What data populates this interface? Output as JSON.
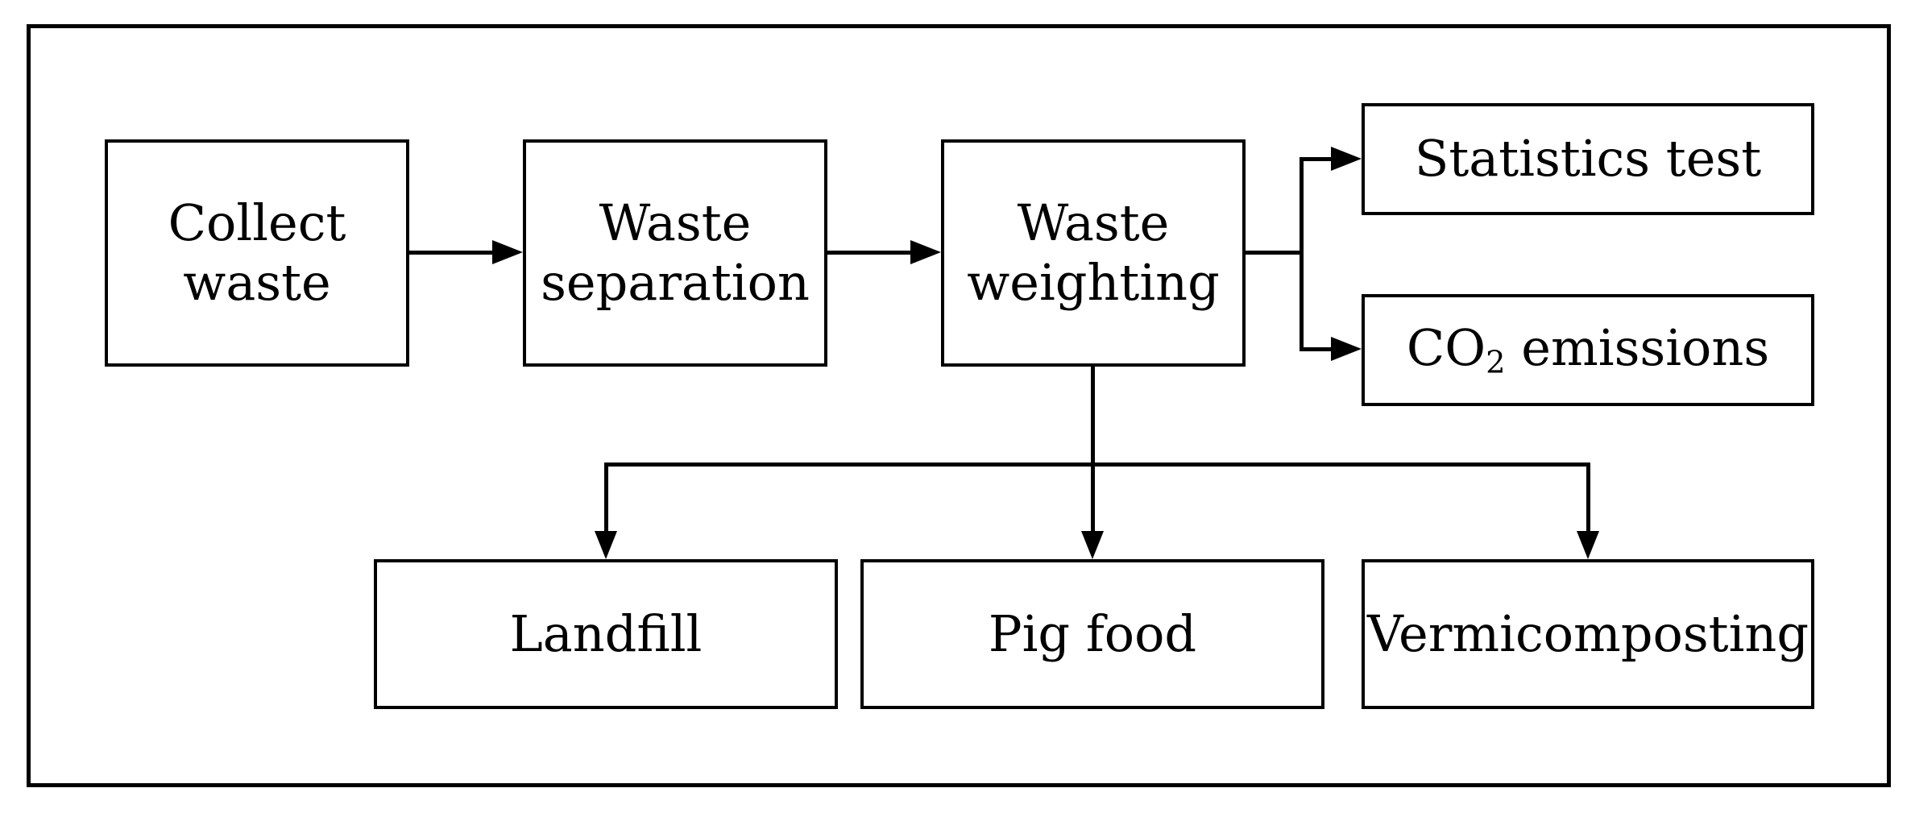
{
  "colors": {
    "stroke": "#000000",
    "background": "#ffffff"
  },
  "diagram": {
    "type": "flowchart",
    "direction": "left-to-right with downward branch"
  },
  "nodes": {
    "collect_waste": {
      "label": "Collect waste",
      "lines": [
        "Collect",
        "waste"
      ]
    },
    "waste_separation": {
      "label": "Waste separation",
      "lines": [
        "Waste",
        "separation"
      ]
    },
    "waste_weighting": {
      "label": "Waste weighting",
      "lines": [
        "Waste",
        "weighting"
      ]
    },
    "statistics_test": {
      "label": "Statistics test",
      "lines": [
        "Statistics test"
      ]
    },
    "co2_emissions": {
      "label": "CO₂ emissions",
      "prefix": "CO",
      "subscript": "2",
      "suffix": " emissions"
    },
    "landfill": {
      "label": "Landfill",
      "lines": [
        "Landfill"
      ]
    },
    "pig_food": {
      "label": "Pig food",
      "lines": [
        "Pig food"
      ]
    },
    "vermicomposting": {
      "label": "Vermicomposting",
      "lines": [
        "Vermicomposting"
      ]
    }
  },
  "edges": [
    {
      "from": "Collect waste",
      "to": "Waste separation"
    },
    {
      "from": "Waste separation",
      "to": "Waste weighting"
    },
    {
      "from": "Waste weighting",
      "to": "Statistics test"
    },
    {
      "from": "Waste weighting",
      "to": "CO₂ emissions"
    },
    {
      "from": "Waste weighting",
      "to": "Landfill"
    },
    {
      "from": "Waste weighting",
      "to": "Pig food"
    },
    {
      "from": "Waste weighting",
      "to": "Vermicomposting"
    }
  ]
}
